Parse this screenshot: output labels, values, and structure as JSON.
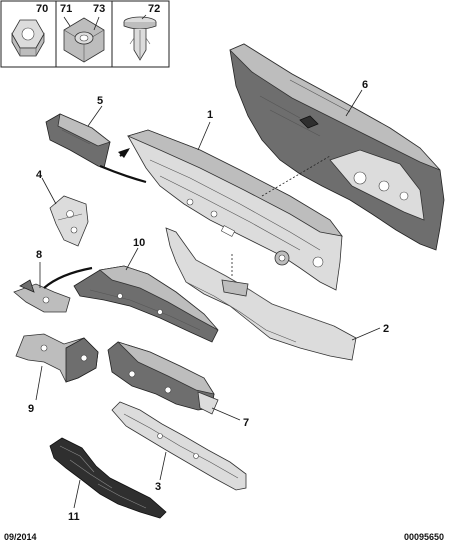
{
  "header_parts": [
    {
      "number": "70",
      "icon": "hex-nut-icon"
    },
    {
      "number": "71",
      "icon": "clip-nut-icon"
    },
    {
      "number": "73",
      "icon": "clip-nut-icon"
    },
    {
      "number": "72",
      "icon": "push-rivet-icon"
    }
  ],
  "callouts": [
    {
      "number": "1",
      "part": "scuttle-panel"
    },
    {
      "number": "2",
      "part": "dash-lower-panel"
    },
    {
      "number": "3",
      "part": "floor-reinforcement"
    },
    {
      "number": "4",
      "part": "bracket-small"
    },
    {
      "number": "5",
      "part": "cover-end"
    },
    {
      "number": "6",
      "part": "bulkhead"
    },
    {
      "number": "7",
      "part": "crossmember"
    },
    {
      "number": "8",
      "part": "bracket-side"
    },
    {
      "number": "9",
      "part": "gusset"
    },
    {
      "number": "10",
      "part": "insulation-panel"
    },
    {
      "number": "11",
      "part": "sound-deadener"
    }
  ],
  "footer": {
    "date_code": "09/2014",
    "reference": "00095650"
  }
}
